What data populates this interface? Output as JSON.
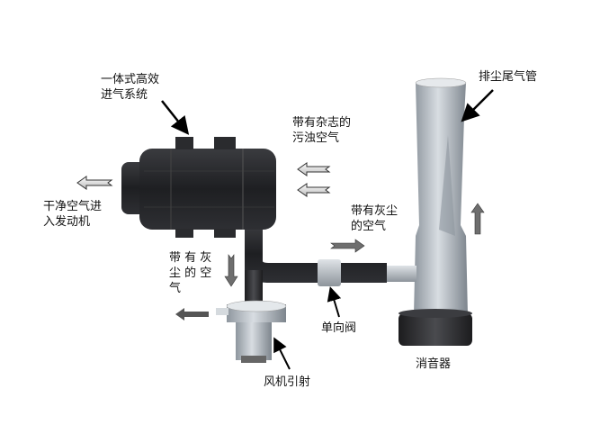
{
  "labels": {
    "intake_system": "一体式高效\n进气系统",
    "dirty_air": "带有杂志的\n污浊空气",
    "clean_air": "干净空气进\n入发动机",
    "dusty_air_right": "带有灰尘\n的空气",
    "dusty_air_down": "带 有 灰\n尘 的 空\n气",
    "check_valve": "单向阀",
    "muffler": "消音器",
    "fan_ejector": "风机引射",
    "exhaust_pipe": "排尘尾气管"
  },
  "colors": {
    "body": "#2a2b2e",
    "pipe_light": "#b8bec4",
    "arrow_gray": "#6e6e6e"
  }
}
